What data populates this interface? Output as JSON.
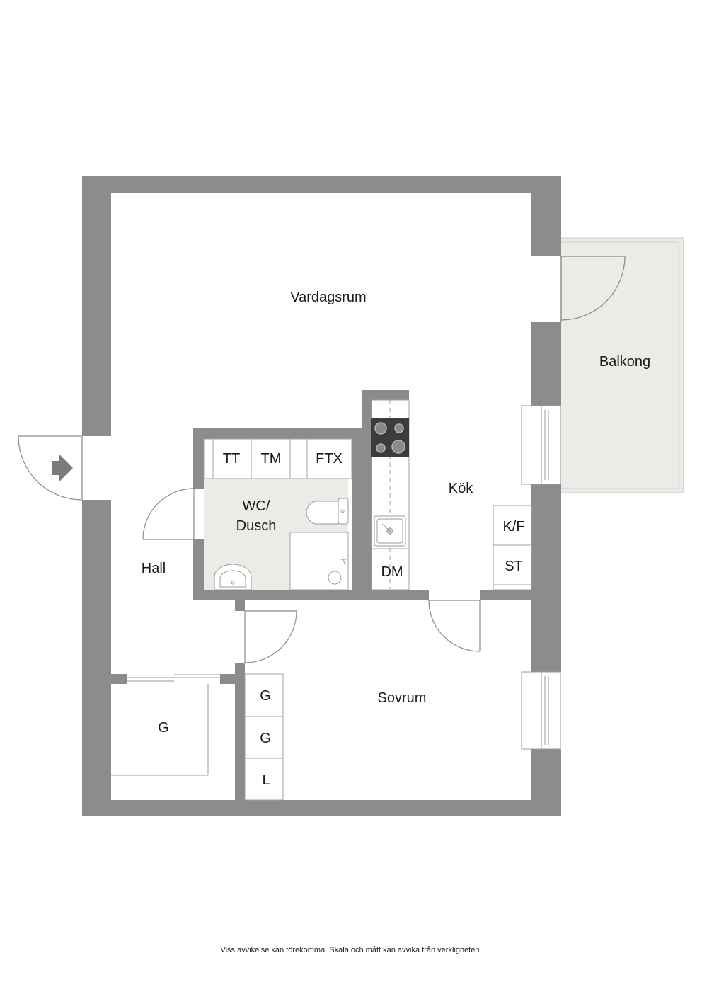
{
  "rooms": {
    "vardagsrum": "Vardagsrum",
    "balkong": "Balkong",
    "kok": "Kök",
    "wc_line1": "WC/",
    "wc_line2": "Dusch",
    "hall": "Hall",
    "sovrum": "Sovrum"
  },
  "fixtures": {
    "tt": "TT",
    "tm": "TM",
    "ftx": "FTX",
    "kf": "K/F",
    "st": "ST",
    "dm": "DM",
    "g_hall": "G",
    "g1": "G",
    "g2": "G",
    "l": "L"
  },
  "colors": {
    "wall": "#8c8c8e",
    "wet_floor": "#ecebe8",
    "balcony": "#ecebe7"
  },
  "disclaimer": "Viss avvikelse kan förekomma. Skala och mått kan avvika från verkligheten."
}
